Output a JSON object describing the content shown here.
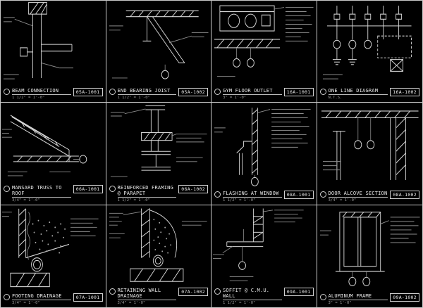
{
  "sheet": {
    "background": "#000000",
    "line_color": "#d8d8d8",
    "accent_color": "#ffffff"
  },
  "panels": [
    {
      "title": "BEAM CONNECTION",
      "scale": "1 1/2\" = 1'-0\"",
      "number": "05A-1001"
    },
    {
      "title": "END BEARING JOIST",
      "scale": "1 1/2\" = 1'-0\"",
      "number": "05A-1002"
    },
    {
      "title": "GYM FLOOR OUTLET",
      "scale": "3\" = 1'-0\"",
      "number": "16A-1001"
    },
    {
      "title": "ONE LINE DIAGRAM",
      "scale": "N.T.S.",
      "number": "16A-1002"
    },
    {
      "title": "MANSARD TRUSS TO ROOF",
      "scale": "3/4\" = 1'-0\"",
      "number": "06A-1001"
    },
    {
      "title": "REINFORCED FRAMING @ PARAPET",
      "scale": "1 1/2\" = 1'-0\"",
      "number": "06A-1002"
    },
    {
      "title": "FLASHING AT WINDOW",
      "scale": "1 1/2\" = 1'-0\"",
      "number": "08A-1001"
    },
    {
      "title": "DOOR ALCOVE SECTION",
      "scale": "3/4\" = 1'-0\"",
      "number": "08A-1002"
    },
    {
      "title": "FOOTING DRAINAGE",
      "scale": "3/4\" = 1'-0\"",
      "number": "07A-1001"
    },
    {
      "title": "RETAINING WALL DRAINAGE",
      "scale": "3/4\" = 1'-0\"",
      "number": "07A-1002"
    },
    {
      "title": "SOFFIT @ C.M.U. WALL",
      "scale": "1 1/2\" = 1'-0\"",
      "number": "09A-1001"
    },
    {
      "title": "ALUMINUM FRAME",
      "scale": "3\" = 1'-0\"",
      "number": "09A-1002"
    }
  ]
}
